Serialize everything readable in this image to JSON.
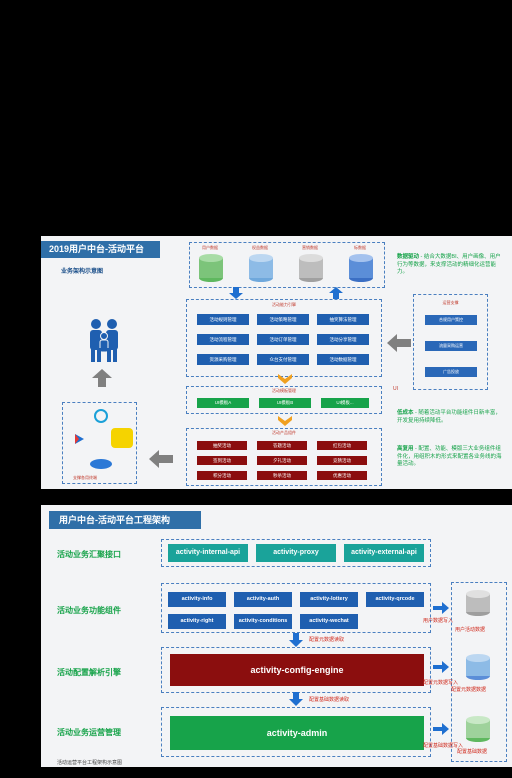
{
  "slide1": {
    "title": "2019用户中台-活动平台",
    "subtitle": "业务架构示意图",
    "data_sources": [
      "用户数据",
      "权益数据",
      "营销数据",
      "标数据"
    ],
    "engine_title": "活动能力引擎",
    "engine_items": [
      "活动规则管理",
      "活动策略管理",
      "抽奖算法管理",
      "活动流程管理",
      "活动订单管理",
      "活动分享管理",
      "资源采购管理",
      "众台支付管理",
      "活动数据管理"
    ],
    "template_title": "活动模板管理",
    "template_items": [
      "UI模板A",
      "UI模板B",
      "UI模板..."
    ],
    "product_title": "活动产品组件",
    "product_items": [
      "抽奖活动",
      "答题活动",
      "红包活动",
      "签到活动",
      "夕礼活动",
      "竞猜活动",
      "积分活动",
      "秒杀活动",
      "优惠活动"
    ],
    "support_title": "运营支撑",
    "support_items": [
      "合规用户策控",
      "流量采购运营",
      "广告投放"
    ],
    "app_label": "支撑各用终端",
    "ui_tag": "UI",
    "notes": [
      {
        "head": "数据驱动",
        "text": " - 结合大数据BI、用户画像、用户行为等数据，来支撑活动的精细化运营能力。"
      },
      {
        "head": "低成本",
        "text": " - 随着活动平台功能组件日新丰富，开发复用持续降低。"
      },
      {
        "head": "高复用",
        "text": " - 配置、功能、模版三大业务组件组件化，用组积木的形式来配置各业务线的海量活动。"
      }
    ]
  },
  "slide2": {
    "title": "用户中台-活动平台工程架构",
    "rows": [
      {
        "label": "活动业务汇聚接口"
      },
      {
        "label": "活动业务功能组件"
      },
      {
        "label": "活动配置解析引擎"
      },
      {
        "label": "活动业务运营管理"
      }
    ],
    "apis": [
      "activity-internal-api",
      "activity-proxy",
      "activity-external-api"
    ],
    "components": [
      "activity-info",
      "activity-auth",
      "activity-lottery",
      "activity-qrcode",
      "activity-right",
      "activity-conditions",
      "activity-wechat"
    ],
    "engine": "activity-config-engine",
    "admin": "activity-admin",
    "arrow_notes": [
      "配置元数据读取",
      "配置基础数据读取"
    ],
    "write_notes": [
      "用户数据写入",
      "配置元数据写入",
      "配置基础数据写入"
    ],
    "db_labels": [
      "用户活动数据",
      "配置元数据数据",
      "配置基础数据"
    ],
    "caption": "活动运营平台工程架构示意图"
  },
  "colors": {
    "primary_blue": "#1f5fb0",
    "green": "#17a34a",
    "dark_red": "#8b0e0e",
    "teal": "#1aa39a",
    "title_bar": "#2f6fa8"
  }
}
